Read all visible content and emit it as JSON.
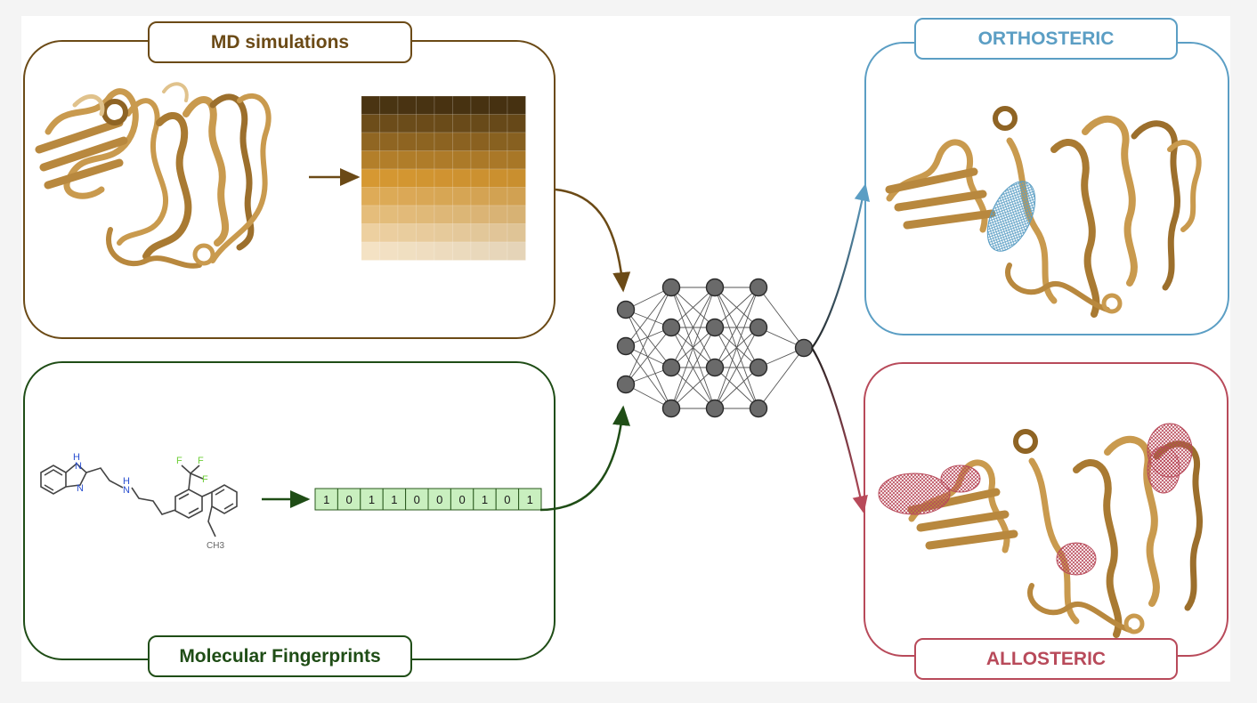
{
  "labels": {
    "md": "MD simulations",
    "fingerprints": "Molecular Fingerprints",
    "orthosteric": "ORTHOSTERIC",
    "allosteric": "ALLOSTERIC"
  },
  "fingerprint_bits": [
    "1",
    "0",
    "1",
    "1",
    "0",
    "0",
    "0",
    "1",
    "0",
    "1"
  ],
  "molecule_atoms": {
    "h": "H",
    "n1": "N",
    "n2": "N",
    "h2": "H",
    "f1": "F",
    "f2": "F",
    "f3": "F",
    "ch3": "CH3"
  },
  "colors": {
    "md": "#6b4a16",
    "fingerprints": "#1f4d16",
    "orthosteric": "#5b9ec4",
    "allosteric": "#b84a5a",
    "protein": "#c99a4e",
    "node": "#6a6a6a"
  }
}
